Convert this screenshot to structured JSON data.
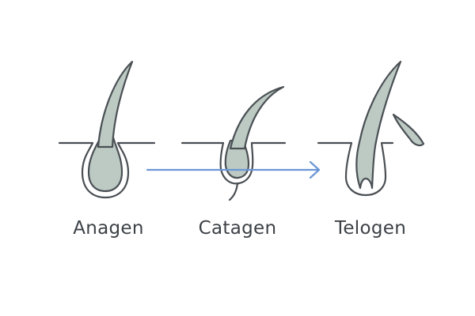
{
  "stages": [
    {
      "label": "Anagen"
    },
    {
      "label": "Catagen"
    },
    {
      "label": "Telogen"
    }
  ],
  "colors": {
    "outline": "#4a4f54",
    "hair_fill": "#bccac3",
    "arrow": "#6b96d6",
    "label": "#3c4146",
    "background": "#ffffff"
  },
  "icons": {
    "flow_arrow": "arrow-right-icon"
  }
}
